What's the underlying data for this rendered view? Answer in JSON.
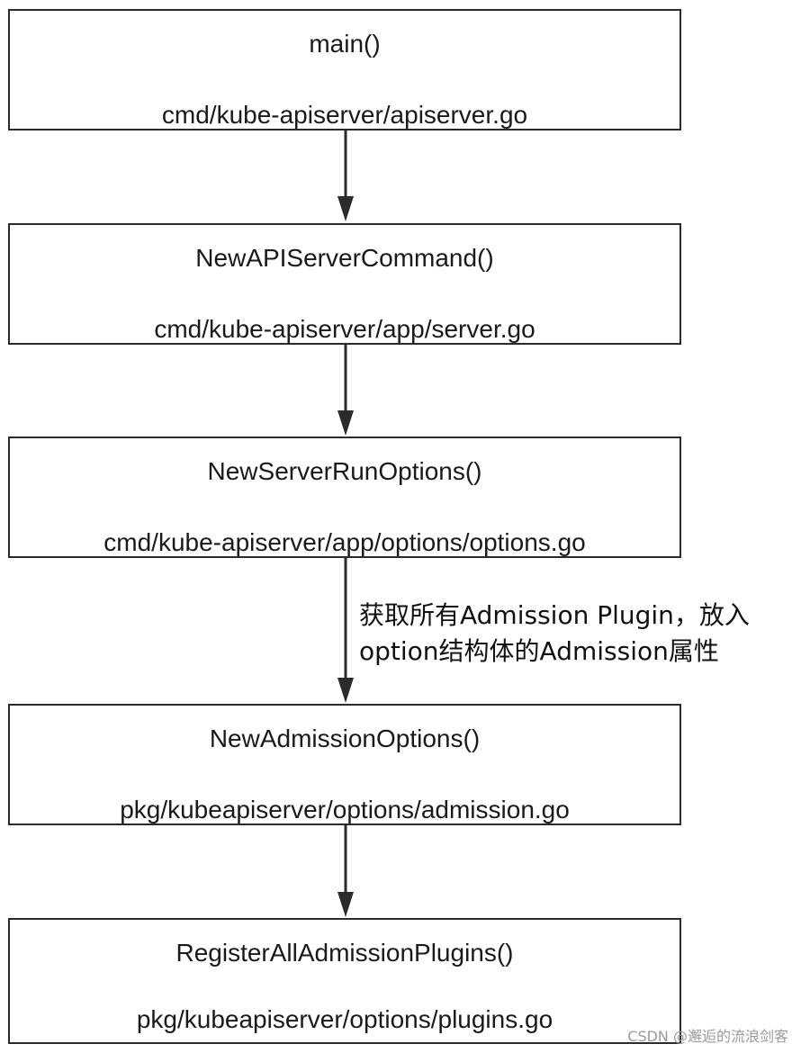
{
  "nodes": [
    {
      "function": "main()",
      "file": "cmd/kube-apiserver/apiserver.go"
    },
    {
      "function": "NewAPIServerCommand()",
      "file": "cmd/kube-apiserver/app/server.go"
    },
    {
      "function": "NewServerRunOptions()",
      "file": "cmd/kube-apiserver/app/options/options.go"
    },
    {
      "function": "NewAdmissionOptions()",
      "file": "pkg/kubeapiserver/options/admission.go"
    },
    {
      "function": "RegisterAllAdmissionPlugins()",
      "file": "pkg/kubeapiserver/options/plugins.go"
    }
  ],
  "edges": [
    {
      "from": 0,
      "to": 1,
      "label": ""
    },
    {
      "from": 1,
      "to": 2,
      "label": ""
    },
    {
      "from": 2,
      "to": 3,
      "label_lines": [
        "获取所有Admission Plugin，放入",
        "option结构体的Admission属性"
      ]
    },
    {
      "from": 3,
      "to": 4,
      "label": ""
    }
  ],
  "watermark": "CSDN @邂逅的流浪剑客",
  "colors": {
    "border": "#2b2b2b",
    "text": "#1a1a1a",
    "watermark": "#9a9a9a"
  }
}
